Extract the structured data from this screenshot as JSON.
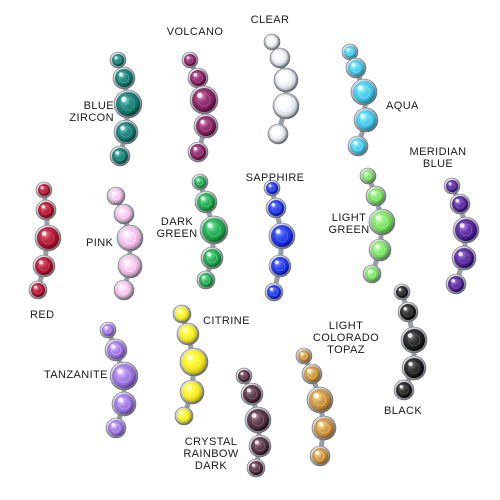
{
  "gems": [
    {
      "id": "blue-zircon",
      "lines": [
        "BLUE",
        "ZIRCON"
      ],
      "color": "#0f6f66"
    },
    {
      "id": "volcano",
      "lines": [
        "VOLCANO"
      ],
      "color": "#7a1e5a"
    },
    {
      "id": "clear",
      "lines": [
        "CLEAR"
      ],
      "color": "#dfe4ea"
    },
    {
      "id": "aqua",
      "lines": [
        "AQUA"
      ],
      "color": "#3fb7d8"
    },
    {
      "id": "meridian-blue",
      "lines": [
        "MERIDIAN",
        "BLUE"
      ],
      "color": "#4b1f8a"
    },
    {
      "id": "red",
      "lines": [
        "RED"
      ],
      "color": "#a0102a"
    },
    {
      "id": "pink",
      "lines": [
        "PINK"
      ],
      "color": "#e8b4dc"
    },
    {
      "id": "dark-green",
      "lines": [
        "DARK",
        "GREEN"
      ],
      "color": "#1a9a46"
    },
    {
      "id": "sapphire",
      "lines": [
        "SAPPHIRE"
      ],
      "color": "#1b2fd6"
    },
    {
      "id": "light-green",
      "lines": [
        "LIGHT",
        "GREEN"
      ],
      "color": "#6fd05a"
    },
    {
      "id": "tanzanite",
      "lines": [
        "TANZANITE"
      ],
      "color": "#8e6ad0"
    },
    {
      "id": "citrine",
      "lines": [
        "CITRINE"
      ],
      "color": "#e8dc1a"
    },
    {
      "id": "light-colorado-topaz",
      "lines": [
        "LIGHT",
        "COLORADO",
        "TOPAZ"
      ],
      "color": "#b9863a"
    },
    {
      "id": "black",
      "lines": [
        "BLACK"
      ],
      "color": "#1a1a1a"
    },
    {
      "id": "crystal-rainbow-dark",
      "lines": [
        "CRYSTAL",
        "RAINBOW",
        "DARK"
      ],
      "color": "#4a2a3a"
    }
  ]
}
